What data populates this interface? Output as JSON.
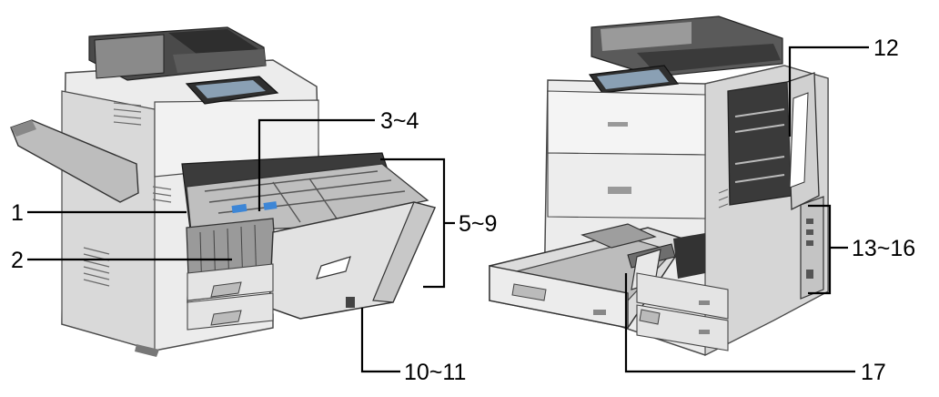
{
  "figure": {
    "colors": {
      "body_light": "#ededed",
      "body_mid": "#d2d2d2",
      "body_dark": "#8c8c8c",
      "body_shadow": "#5a5a5a",
      "panel_dark": "#3a3a3a",
      "accent_blue": "#3d86d6",
      "leader": "#000000"
    },
    "callouts": [
      {
        "id": "c1",
        "label": "1"
      },
      {
        "id": "c2",
        "label": "2"
      },
      {
        "id": "c3",
        "label": "3~4"
      },
      {
        "id": "c5",
        "label": "5~9"
      },
      {
        "id": "c10",
        "label": "10~11"
      },
      {
        "id": "c12",
        "label": "12"
      },
      {
        "id": "c13",
        "label": "13~16"
      },
      {
        "id": "c17",
        "label": "17"
      }
    ]
  }
}
